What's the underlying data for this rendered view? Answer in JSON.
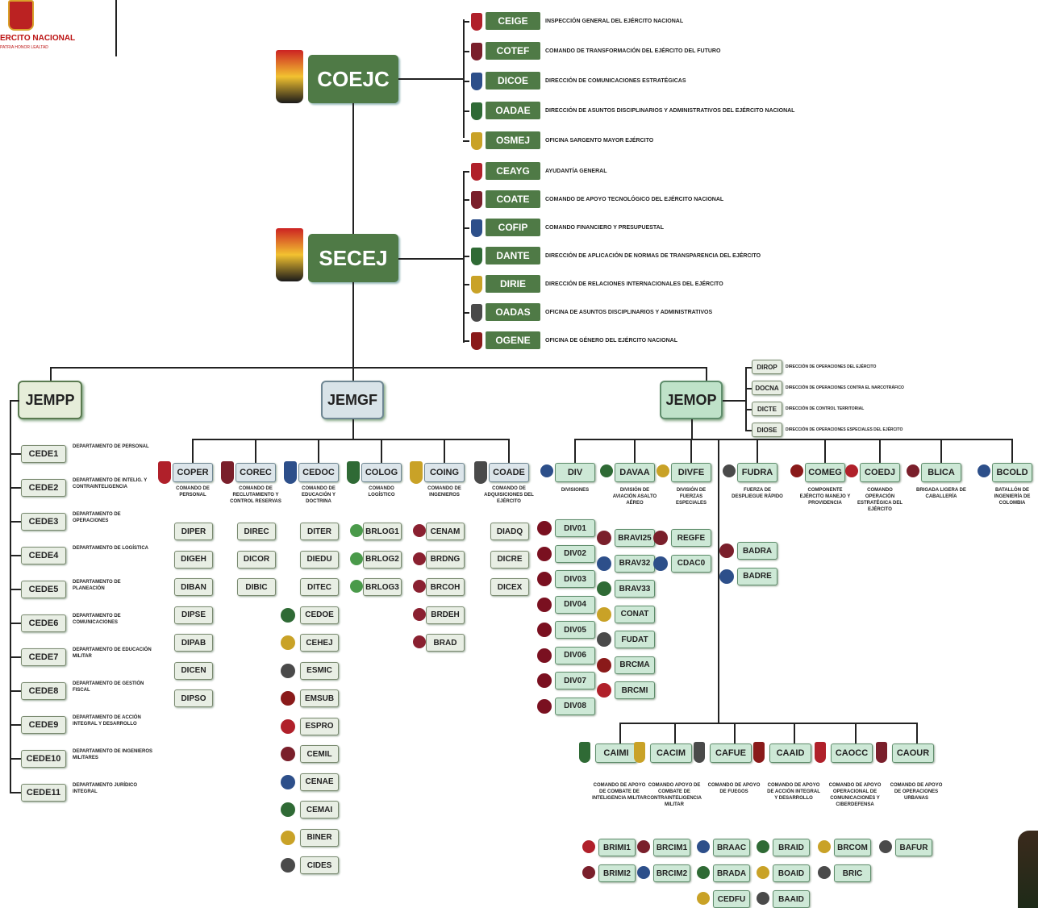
{
  "header": {
    "logo_text": "ERCITO NACIONAL",
    "logo_sub": "PATRIA HONOR LEALTAD"
  },
  "colors": {
    "main": "#4f7a46",
    "jempp": "#e6edd9",
    "jemgf": "#d8e3e8",
    "jemop": "#bfe2c9"
  },
  "top": {
    "coejc": "COEJC",
    "secej": "SECEJ"
  },
  "coejc_units": [
    {
      "code": "CEIGE",
      "desc": "INSPECCIÓN GENERAL DEL EJÉRCITO NACIONAL"
    },
    {
      "code": "COTEF",
      "desc": "COMANDO DE TRANSFORMACIÓN DEL EJÉRCITO DEL FUTURO"
    },
    {
      "code": "DICOE",
      "desc": "DIRECCIÓN DE COMUNICACIONES ESTRATÉGICAS"
    },
    {
      "code": "OADAE",
      "desc": "DIRECCIÓN DE ASUNTOS DISCIPLINARIOS Y ADMINISTRATIVOS DEL EJÉRCITO NACIONAL"
    },
    {
      "code": "OSMEJ",
      "desc": "OFICINA SARGENTO MAYOR EJÉRCITO"
    }
  ],
  "secej_units": [
    {
      "code": "CEAYG",
      "desc": "AYUDANTÍA GENERAL"
    },
    {
      "code": "COATE",
      "desc": "COMANDO DE APOYO TECNOLÓGICO DEL EJÉRCITO NACIONAL"
    },
    {
      "code": "COFIP",
      "desc": "COMANDO FINANCIERO Y PRESUPUESTAL"
    },
    {
      "code": "DANTE",
      "desc": "DIRECCIÓN DE APLICACIÓN DE NORMAS DE TRANSPARENCIA DEL EJÉRCITO"
    },
    {
      "code": "DIRIE",
      "desc": "DIRECCIÓN DE RELACIONES INTERNACIONALES DEL EJÉRCITO"
    },
    {
      "code": "OADAS",
      "desc": "OFICINA DE ASUNTOS DISCIPLINARIOS Y ADMINISTRATIVOS"
    },
    {
      "code": "OGENE",
      "desc": "OFICINA DE GÉNERO DEL EJÉRCITO NACIONAL"
    }
  ],
  "jefaturas": {
    "jempp": "JEMPP",
    "jemgf": "JEMGF",
    "jemop": "JEMOP"
  },
  "jempp_units": [
    {
      "code": "CEDE1",
      "desc": "DEPARTAMENTO DE PERSONAL"
    },
    {
      "code": "CEDE2",
      "desc": "DEPARTAMENTO DE INTELIG. Y CONTRAINTELIGENCIA"
    },
    {
      "code": "CEDE3",
      "desc": "DEPARTAMENTO DE OPERACIONES"
    },
    {
      "code": "CEDE4",
      "desc": "DEPARTAMENTO DE LOGÍSTICA"
    },
    {
      "code": "CEDE5",
      "desc": "DEPARTAMENTO DE PLANEACIÓN"
    },
    {
      "code": "CEDE6",
      "desc": "DEPARTAMENTO DE COMUNICACIONES"
    },
    {
      "code": "CEDE7",
      "desc": "DEPARTAMENTO DE EDUCACIÓN MILITAR"
    },
    {
      "code": "CEDE8",
      "desc": "DEPARTAMENTO DE GESTIÓN FISCAL"
    },
    {
      "code": "CEDE9",
      "desc": "DEPARTAMENTO DE ACCIÓN INTEGRAL Y DESARROLLO"
    },
    {
      "code": "CEDE10",
      "desc": "DEPARTAMENTO DE INGENIEROS MILITARES"
    },
    {
      "code": "CEDE11",
      "desc": "DEPARTAMENTO JURÍDICO INTEGRAL"
    }
  ],
  "jemop_dirs": [
    {
      "code": "DIROP",
      "desc": "DIRECCIÓN DE OPERACIONES DEL EJÉRCITO"
    },
    {
      "code": "DOCNA",
      "desc": "DIRECCIÓN DE OPERACIONES CONTRA EL NARCOTRÁFICO"
    },
    {
      "code": "DICTE",
      "desc": "DIRECCIÓN DE CONTROL TERRITORIAL"
    },
    {
      "code": "DIOSE",
      "desc": "DIRECCIÓN DE OPERACIONES ESPECIALES DEL EJÉRCITO"
    }
  ],
  "jemgf_cols": [
    {
      "code": "COPER",
      "desc": "COMANDO DE PERSONAL",
      "subs": [
        "DIPER",
        "DIGEH",
        "DIBAN",
        "DIPSE",
        "DIPAB",
        "DICEN",
        "DIPSO"
      ]
    },
    {
      "code": "COREC",
      "desc": "COMANDO DE RECLUTAMIENTO Y CONTROL RESERVAS",
      "subs": [
        "DIREC",
        "DICOR",
        "DIBIC"
      ]
    },
    {
      "code": "CEDOC",
      "desc": "COMANDO DE EDUCACIÓN Y DOCTRINA",
      "subs": [
        "DITER",
        "DIEDU",
        "DITEC",
        "CEDOE",
        "CEHEJ",
        "ESMIC",
        "EMSUB",
        "ESPRO",
        "CEMIL",
        "CENAE",
        "CEMAI",
        "BINER",
        "CIDES"
      ]
    },
    {
      "code": "COLOG",
      "desc": "COMANDO LOGÍSTICO",
      "subs": [
        "BRLOG1",
        "BRLOG2",
        "BRLOG3"
      ]
    },
    {
      "code": "COING",
      "desc": "COMANDO DE INGENIEROS",
      "subs": [
        "CENAM",
        "BRDNG",
        "BRCOH",
        "BRDEH",
        "BRAD"
      ]
    },
    {
      "code": "COADE",
      "desc": "COMANDO DE ADQUISICIONES DEL EJÉRCITO",
      "subs": [
        "DIADQ",
        "DICRE",
        "DICEX"
      ]
    }
  ],
  "jemop_cols": [
    {
      "code": "DIV",
      "desc": "DIVISIONES",
      "subs": [
        "DIV01",
        "DIV02",
        "DIV03",
        "DIV04",
        "DIV05",
        "DIV06",
        "DIV07",
        "DIV08"
      ]
    },
    {
      "code": "DAVAA",
      "desc": "DIVISIÓN DE AVIACIÓN ASALTO AÉREO",
      "subs": [
        "BRAVI25",
        "BRAV32",
        "BRAV33",
        "CONAT",
        "FUDAT",
        "BRCMA",
        "BRCMI"
      ]
    },
    {
      "code": "DIVFE",
      "desc": "DIVISIÓN DE FUERZAS ESPECIALES",
      "subs": [
        "REGFE",
        "CDAC0"
      ]
    },
    {
      "code": "FUDRA",
      "desc": "FUERZA DE DESPLIEGUE RÁPIDO",
      "subs": [
        "BADRA",
        "BADRE"
      ]
    },
    {
      "code": "COMEG",
      "desc": "COMPONENTE EJÉRCITO MANEJO Y PROVIDENCIA",
      "subs": []
    },
    {
      "code": "COEDJ",
      "desc": "COMANDO OPERACIÓN ESTRATÉGICA DEL EJÉRCITO",
      "subs": []
    },
    {
      "code": "BLICA",
      "desc": "BRIGADA LIGERA DE CABALLERÍA",
      "subs": []
    },
    {
      "code": "BCOLD",
      "desc": "BATALLÓN DE INGENIERÍA DE COLOMBIA",
      "subs": []
    }
  ],
  "support_cols": [
    {
      "code": "CAIMI",
      "desc": "COMANDO DE APOYO DE COMBATE DE INTELIGENCIA MILITAR",
      "subs": [
        "BRIMI1",
        "BRIMI2"
      ]
    },
    {
      "code": "CACIM",
      "desc": "COMANDO APOYO DE COMBATE DE CONTRAINTELIGENCIA MILITAR",
      "subs": [
        "BRCIM1",
        "BRCIM2"
      ]
    },
    {
      "code": "CAFUE",
      "desc": "COMANDO DE APOYO DE FUEGOS",
      "subs": [
        "BRAAC",
        "BRADA",
        "CEDFU"
      ]
    },
    {
      "code": "CAAID",
      "desc": "COMANDO DE APOYO DE ACCIÓN INTEGRAL Y DESARROLLO",
      "subs": [
        "BRAID",
        "BOAID",
        "BAAID"
      ]
    },
    {
      "code": "CAOCC",
      "desc": "COMANDO DE APOYO OPERACIONAL DE COMUNICACIONES Y CIBERDEFENSA",
      "subs": [
        "BRCOM",
        "BRIC"
      ]
    },
    {
      "code": "CAOUR",
      "desc": "COMANDO DE APOYO DE OPERACIONES URBANAS",
      "subs": [
        "BAFUR"
      ]
    }
  ]
}
